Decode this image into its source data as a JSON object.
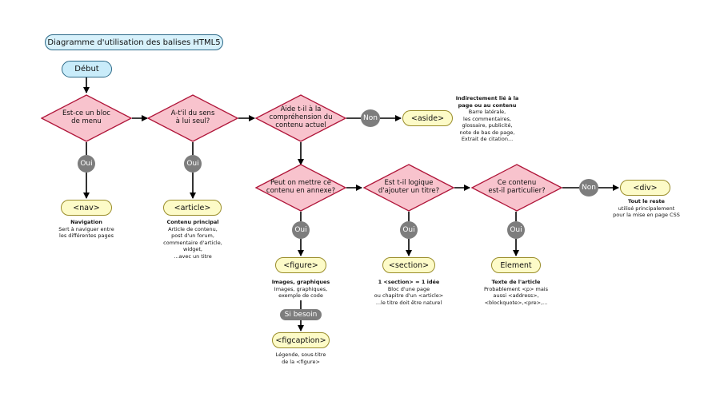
{
  "title": "Diagramme d'utilisation des balises HTML5",
  "start": "Début",
  "questions": {
    "q1": "Est-ce un bloc\nde menu",
    "q2": "A-t'il du sens\nà lui seul?",
    "q3": "Aide t-il à la\ncompréhension du\ncontenu actuel",
    "q4": "Peut on mettre ce\ncontenu en annexe?",
    "q5": "Est t-il logique\nd'ajouter un titre?",
    "q6": "Ce contenu\nest-il particulier?"
  },
  "answers": {
    "oui": "Oui",
    "non": "Non",
    "si_besoin": "Si besoin"
  },
  "tags": {
    "nav": "<nav>",
    "article": "<article>",
    "aside": "<aside>",
    "figure": "<figure>",
    "section": "<section>",
    "element": "Element",
    "div": "<div>",
    "figcaption": "<figcaption>"
  },
  "descriptions": {
    "nav": {
      "heading": "Navigation",
      "body": "Sert à naviguer entre\nles différentes pages"
    },
    "article": {
      "heading": "Contenu principal",
      "body": "Article de contenu,\npost d'un forum,\ncommentaire d'article,\nwidget,\n...avec un titre"
    },
    "aside": {
      "heading": "Indirectement lié à la\npage ou au contenu",
      "body": "Barre latérale,\nles commentaires,\nglossaire, publicité,\nnote de bas de page,\nExtrait de citation..."
    },
    "figure": {
      "heading": "Images, graphiques",
      "body": "Images, graphiques,\nexemple de code"
    },
    "section": {
      "heading": "1 <section> = 1 idée",
      "body": "Bloc d'une page\nou chapitre d'un <article>\n...le titre doit être naturel"
    },
    "element": {
      "heading": "Texte de l'article",
      "body": "Probablement <p> mais\naussi <address>,\n<blockquote>,<pre>,..."
    },
    "div": {
      "heading": "Tout le reste",
      "body": "utilisé principalement\npour la mise en page CSS"
    },
    "figcaption": {
      "heading": "",
      "body": "Légende, sous-titre\nde la <figure>"
    }
  }
}
